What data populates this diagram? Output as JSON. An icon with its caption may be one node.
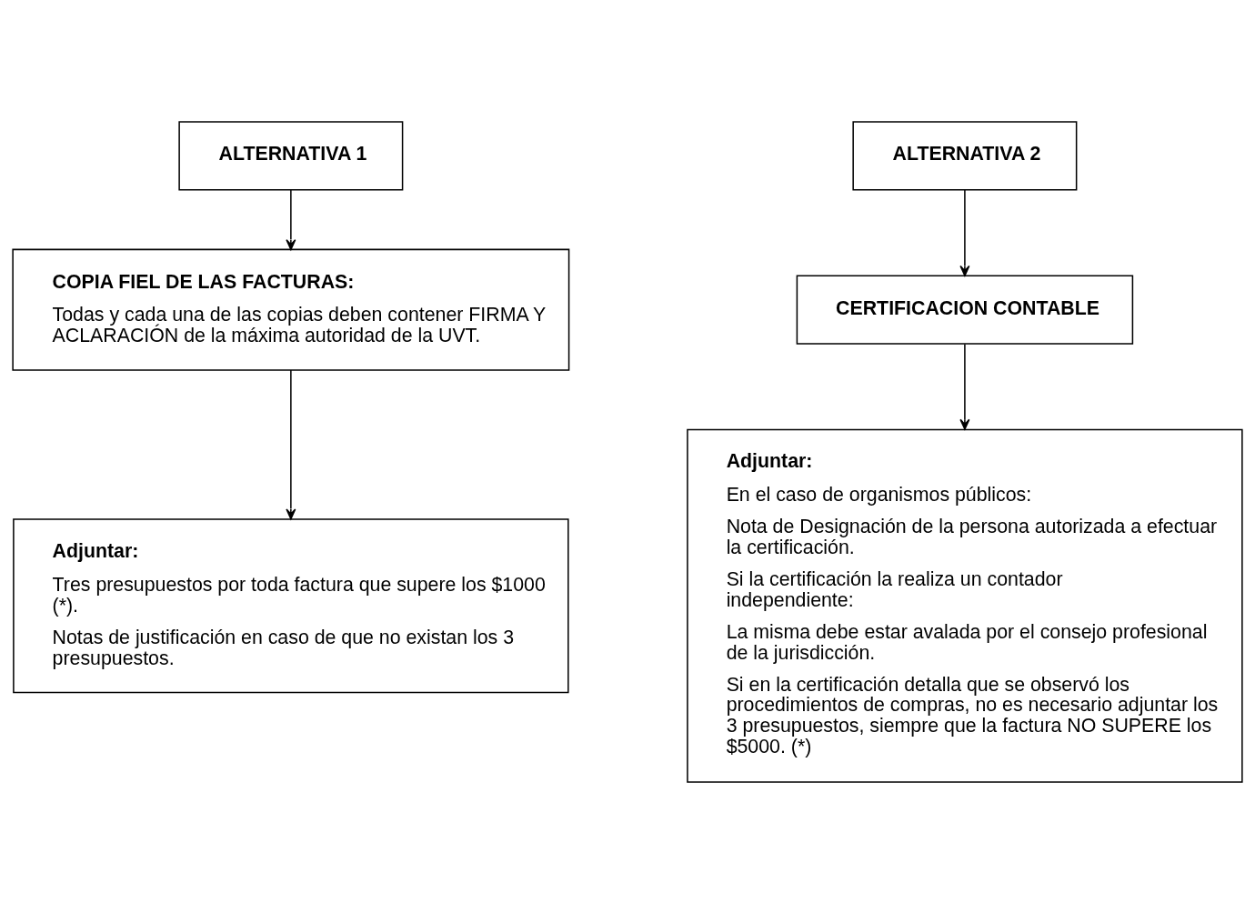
{
  "diagram": {
    "nodes": [
      {
        "text": [
          "ALTERNATIVA 1"
        ]
      },
      {
        "text": [
          "COPIA FIEL DE LAS FACTURAS:",
          "Todas y cada una de las copias deben contener FIRMA Y ACLARACIÓN de la máxima autoridad de la UVT."
        ]
      },
      {
        "text": [
          "Adjuntar:",
          "Tres presupuestos por toda factura que supere los $1000 (*).",
          "Notas de justificación en caso de que no existan los 3 presupuestos."
        ]
      },
      {
        "text": [
          "ALTERNATIVA 2"
        ]
      },
      {
        "text": [
          "CERTIFICACION CONTABLE"
        ]
      },
      {
        "text": [
          "Adjuntar:",
          "En el caso de organismos públicos:",
          "Nota de Designación de la persona autorizada a efectuar la certificación.",
          "Si la certificación la realiza un contador independiente:",
          "La misma debe estar avalada por el consejo profesional de la jurisdicción.",
          "Si en la certificación detalla que se observó los procedimientos de compras, no es necesario adjuntar los 3 presupuestos, siempre que la factura NO SUPERE los $5000. (*)"
        ]
      }
    ],
    "edges": [
      {
        "from": 0,
        "to": 1,
        "arrow": "to"
      },
      {
        "from": 1,
        "to": 2,
        "arrow": "to"
      },
      {
        "from": 3,
        "to": 4,
        "arrow": "to"
      },
      {
        "from": 4,
        "to": 5,
        "arrow": "to"
      }
    ]
  }
}
